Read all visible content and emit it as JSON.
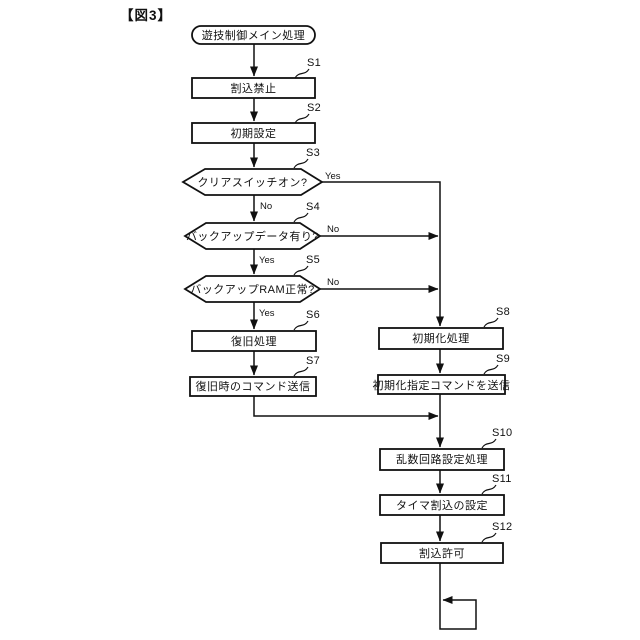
{
  "colors": {
    "ink": "#111111",
    "background": "#ffffff"
  },
  "figure_label": "【図3】",
  "start": {
    "label": "遊技制御メイン処理"
  },
  "steps": {
    "s1": {
      "id": "S1",
      "label": "割込禁止"
    },
    "s2": {
      "id": "S2",
      "label": "初期設定"
    },
    "s3": {
      "id": "S3",
      "label": "クリアスイッチオン?",
      "right": "Yes",
      "down": "No"
    },
    "s4": {
      "id": "S4",
      "label": "バックアップデータ有り?",
      "right": "No",
      "down": "Yes"
    },
    "s5": {
      "id": "S5",
      "label": "バックアップRAM正常?",
      "right": "No",
      "down": "Yes"
    },
    "s6": {
      "id": "S6",
      "label": "復旧処理"
    },
    "s7": {
      "id": "S7",
      "label": "復旧時のコマンド送信"
    },
    "s8": {
      "id": "S8",
      "label": "初期化処理"
    },
    "s9": {
      "id": "S9",
      "label": "初期化指定コマンドを送信"
    },
    "s10": {
      "id": "S10",
      "label": "乱数回路設定処理"
    },
    "s11": {
      "id": "S11",
      "label": "タイマ割込の設定"
    },
    "s12": {
      "id": "S12",
      "label": "割込許可"
    }
  }
}
